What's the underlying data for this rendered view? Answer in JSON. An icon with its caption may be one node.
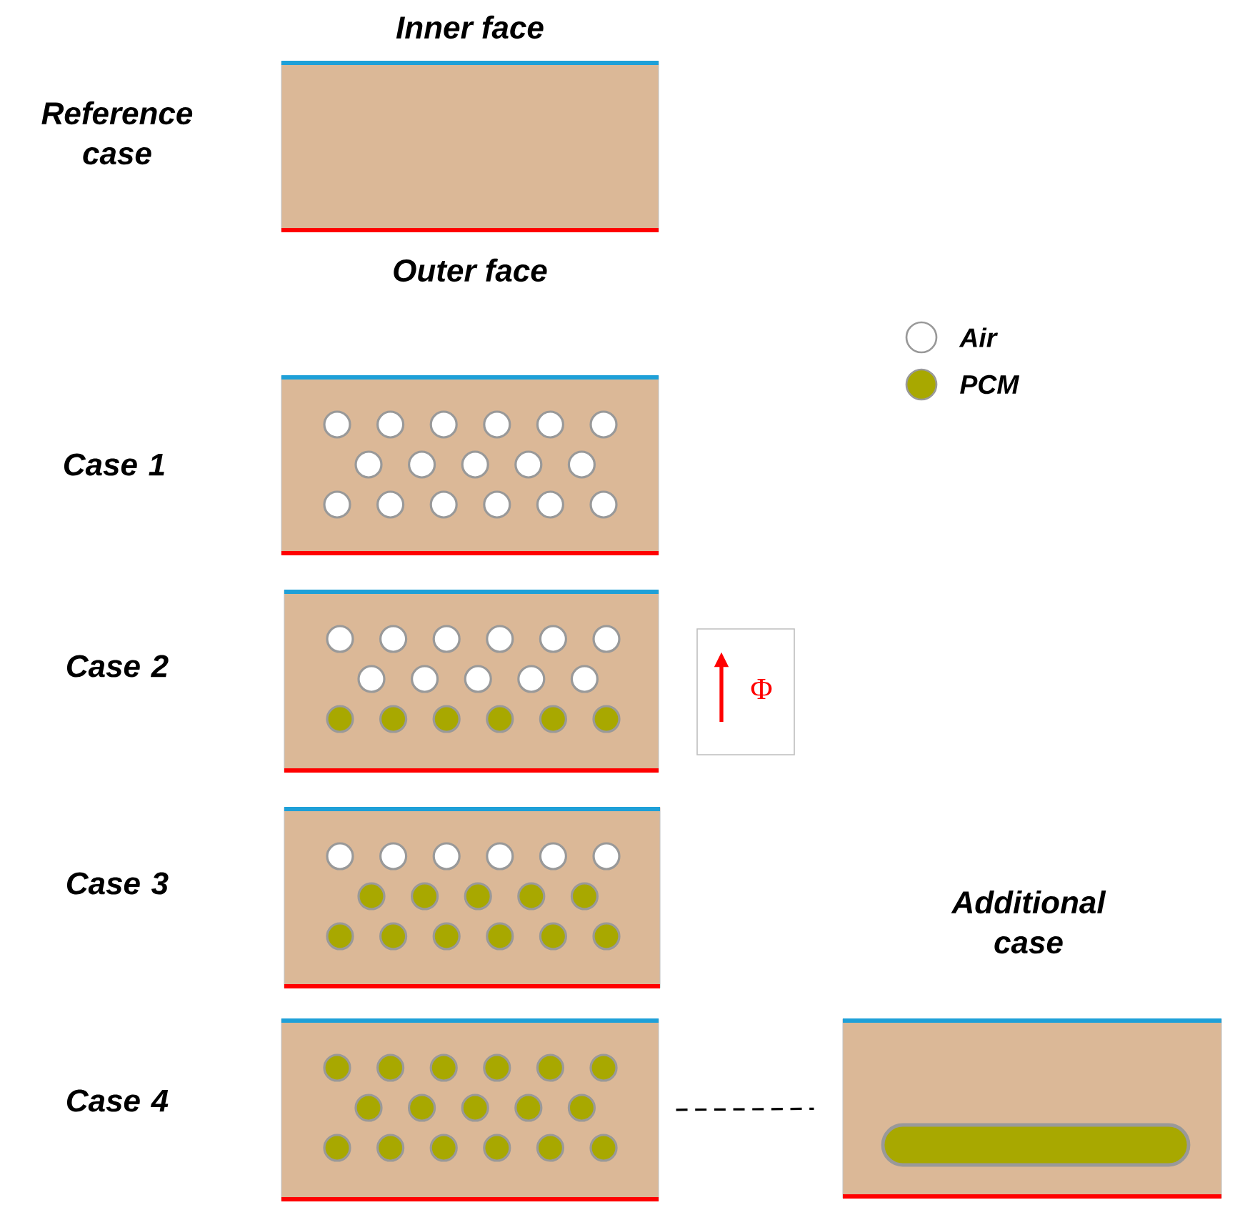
{
  "diagram": {
    "nodes": [
      {
        "text": [
          "Reference case"
        ],
        "beside": [
          "Inner face",
          "Outer face"
        ]
      },
      {
        "text": [
          "Case 1"
        ]
      },
      {
        "text": [
          "Case 2"
        ]
      },
      {
        "text": [
          "Case 3"
        ]
      },
      {
        "text": [
          "Case 4"
        ]
      },
      {
        "text": [
          "Additional case"
        ]
      },
      {
        "text": [
          "Φ"
        ]
      }
    ],
    "edges": [
      {
        "from": 4,
        "to": 5,
        "arrow": "none",
        "style": "dashed"
      }
    ],
    "legend": [
      {
        "text": "Air"
      },
      {
        "text": "PCM"
      }
    ]
  }
}
